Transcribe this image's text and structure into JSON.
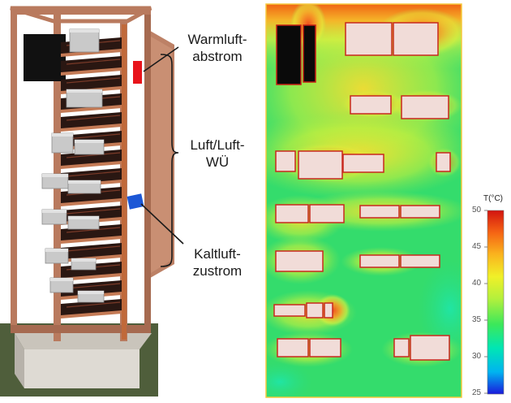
{
  "labels": {
    "warm_line1": "Warmluft-",
    "warm_line2": "abstrom",
    "hx_line1": "Luft/Luft-",
    "hx_line2": "WÜ",
    "cold_line1": "Kaltluft-",
    "cold_line2": "zustrom"
  },
  "colorbar": {
    "title": "T(°C)",
    "ticks": [
      "50",
      "45",
      "40",
      "35",
      "30",
      "25"
    ],
    "min": 25,
    "max": 50
  },
  "colors": {
    "frame": "#b97a5e",
    "frame_dark": "#8c5640",
    "warm_marker": "#e8141b",
    "cold_marker": "#1c57d6",
    "ground": "#4f5e3b",
    "pedestal": "#d7d3cb",
    "thermal_base": "#34dc6c"
  }
}
